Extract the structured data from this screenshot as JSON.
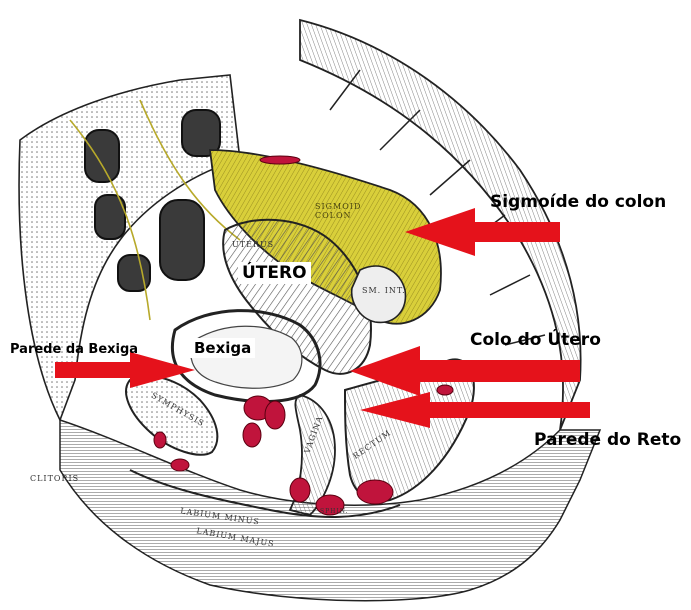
{
  "labels": {
    "sigmoide": "Sigmoíde do colon",
    "utero": "ÚTERO",
    "colo_utero": "Colo do Útero",
    "parede_bexiga": "Parede da Bexiga",
    "bexiga": "Bexiga",
    "parede_reto": "Parede do Reto"
  },
  "engraved_labels": {
    "sigmoid_colon": "SIGMOID COLON",
    "uterus": "UTERUS",
    "symphysis": "SYMPHYSIS",
    "clitoris": "CLITORIS",
    "labium_minus": "LABIUM MINUS",
    "labium_majus": "LABIUM MAJUS",
    "vagina": "VAGINA",
    "rectum": "RECTUM",
    "sm_int": "SM. INT.",
    "sphincter": "SPHIN."
  },
  "colors": {
    "arrow": "#e5121b",
    "highlight": "#d9cf3a",
    "tissue_red": "#c0143c",
    "line_art": "#222222"
  },
  "icons": [
    "arrow-icon"
  ]
}
